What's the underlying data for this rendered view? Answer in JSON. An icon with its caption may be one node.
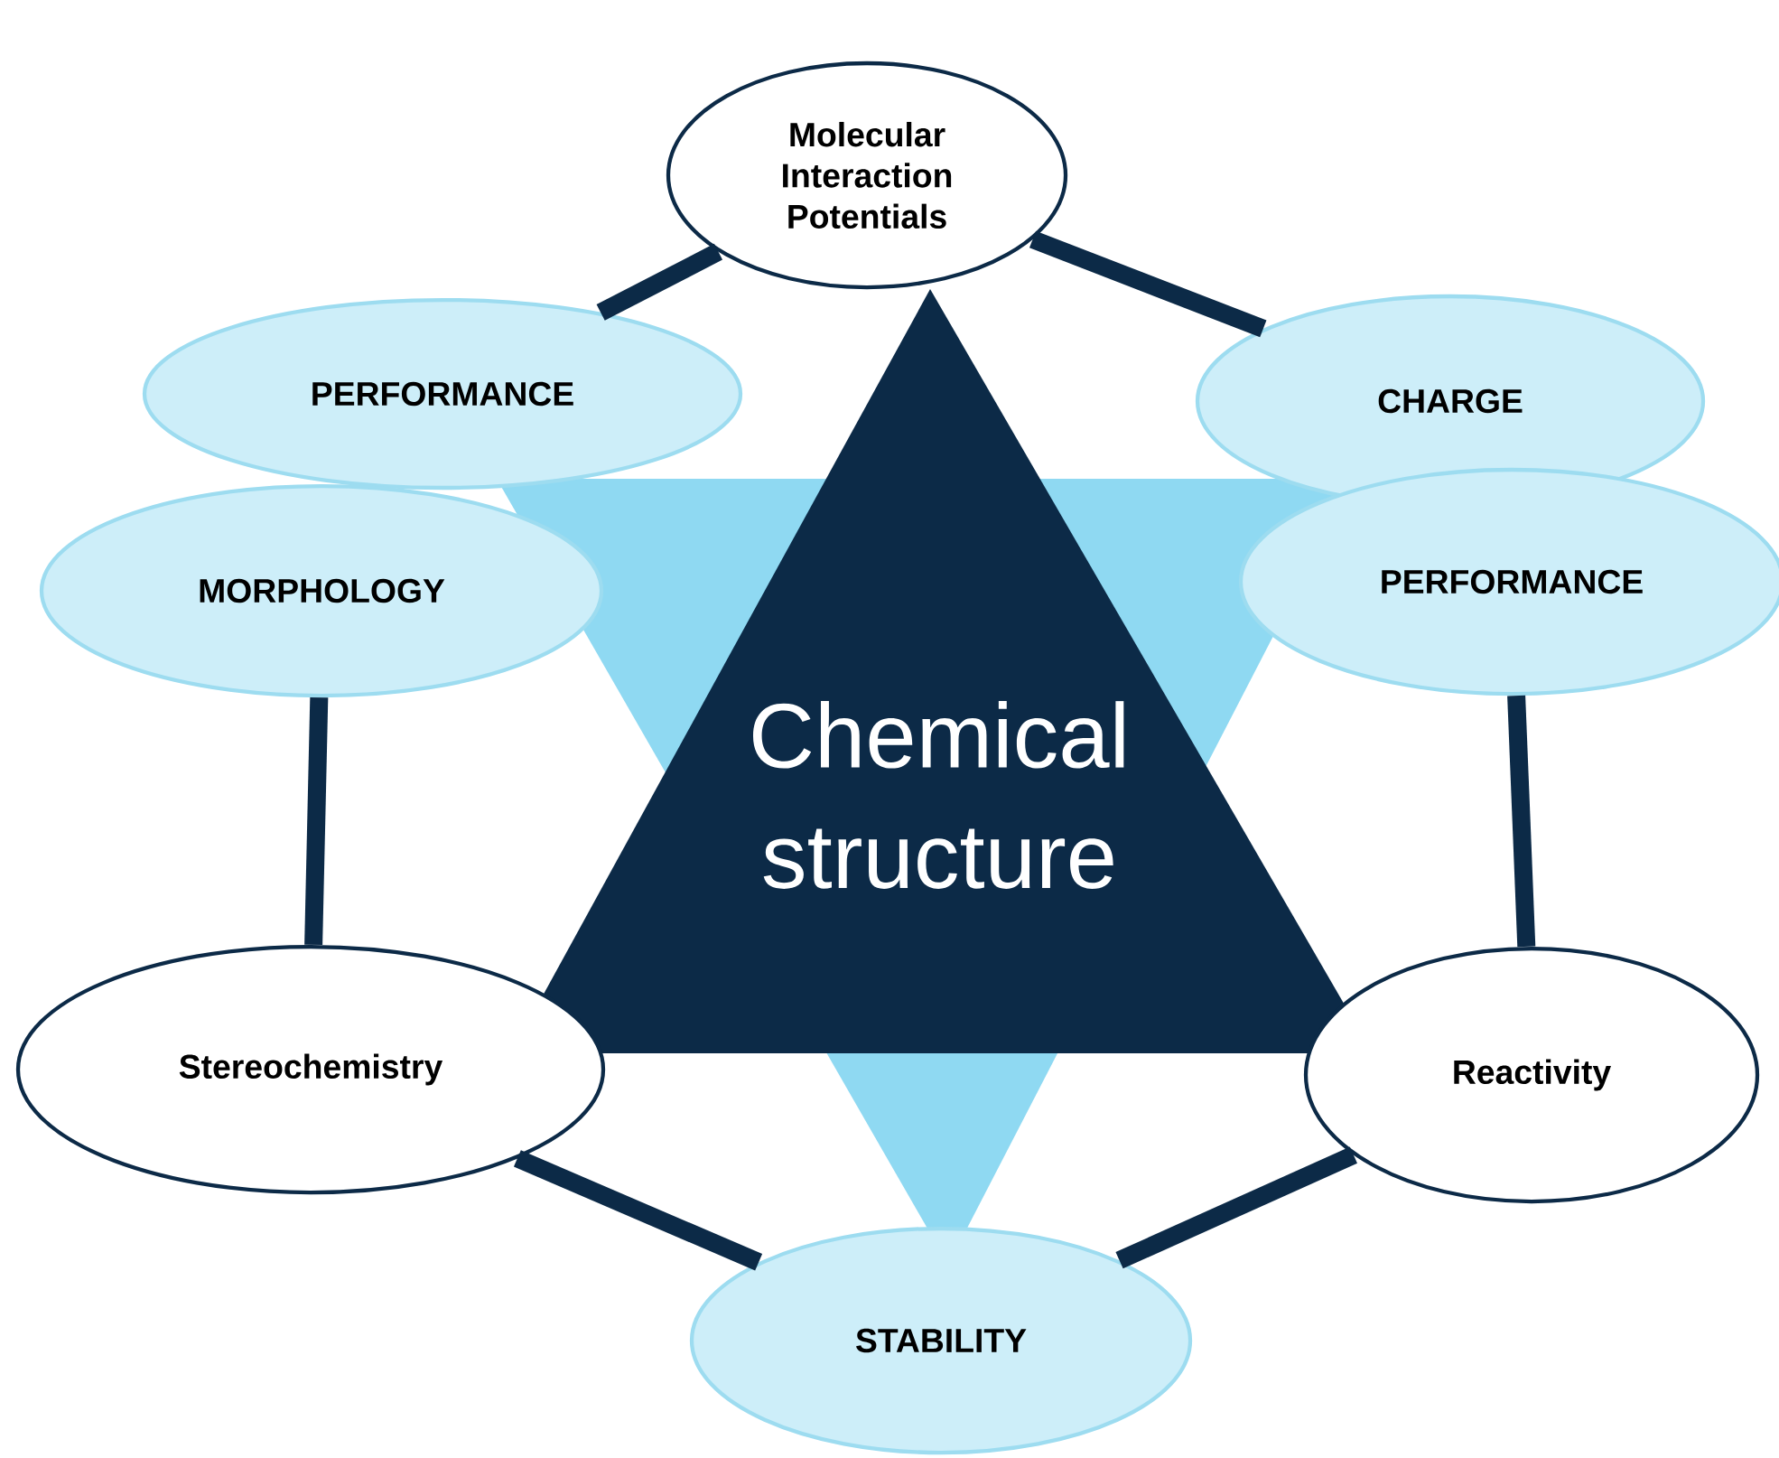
{
  "diagram": {
    "nodes": [
      {
        "text": [
          "Molecular Interaction Potentials"
        ]
      },
      {
        "text": [
          "PERFORMANCE"
        ]
      },
      {
        "text": [
          "CHARGE"
        ]
      },
      {
        "text": [
          "MORPHOLOGY"
        ]
      },
      {
        "text": [
          "PERFORMANCE"
        ]
      },
      {
        "text": [
          "Chemical structure"
        ]
      },
      {
        "text": [
          "Stereochemistry"
        ]
      },
      {
        "text": [
          "Reactivity"
        ]
      },
      {
        "text": [
          "STABILITY"
        ]
      }
    ],
    "edges": [
      {
        "from": 0,
        "to": 2,
        "arrow": "none"
      },
      {
        "from": 4,
        "to": 7,
        "arrow": "none"
      },
      {
        "from": 7,
        "to": 8,
        "arrow": "none"
      },
      {
        "from": 8,
        "to": 6,
        "arrow": "none"
      },
      {
        "from": 6,
        "to": 3,
        "arrow": "none"
      },
      {
        "from": 1,
        "to": 0,
        "arrow": "none"
      }
    ]
  }
}
